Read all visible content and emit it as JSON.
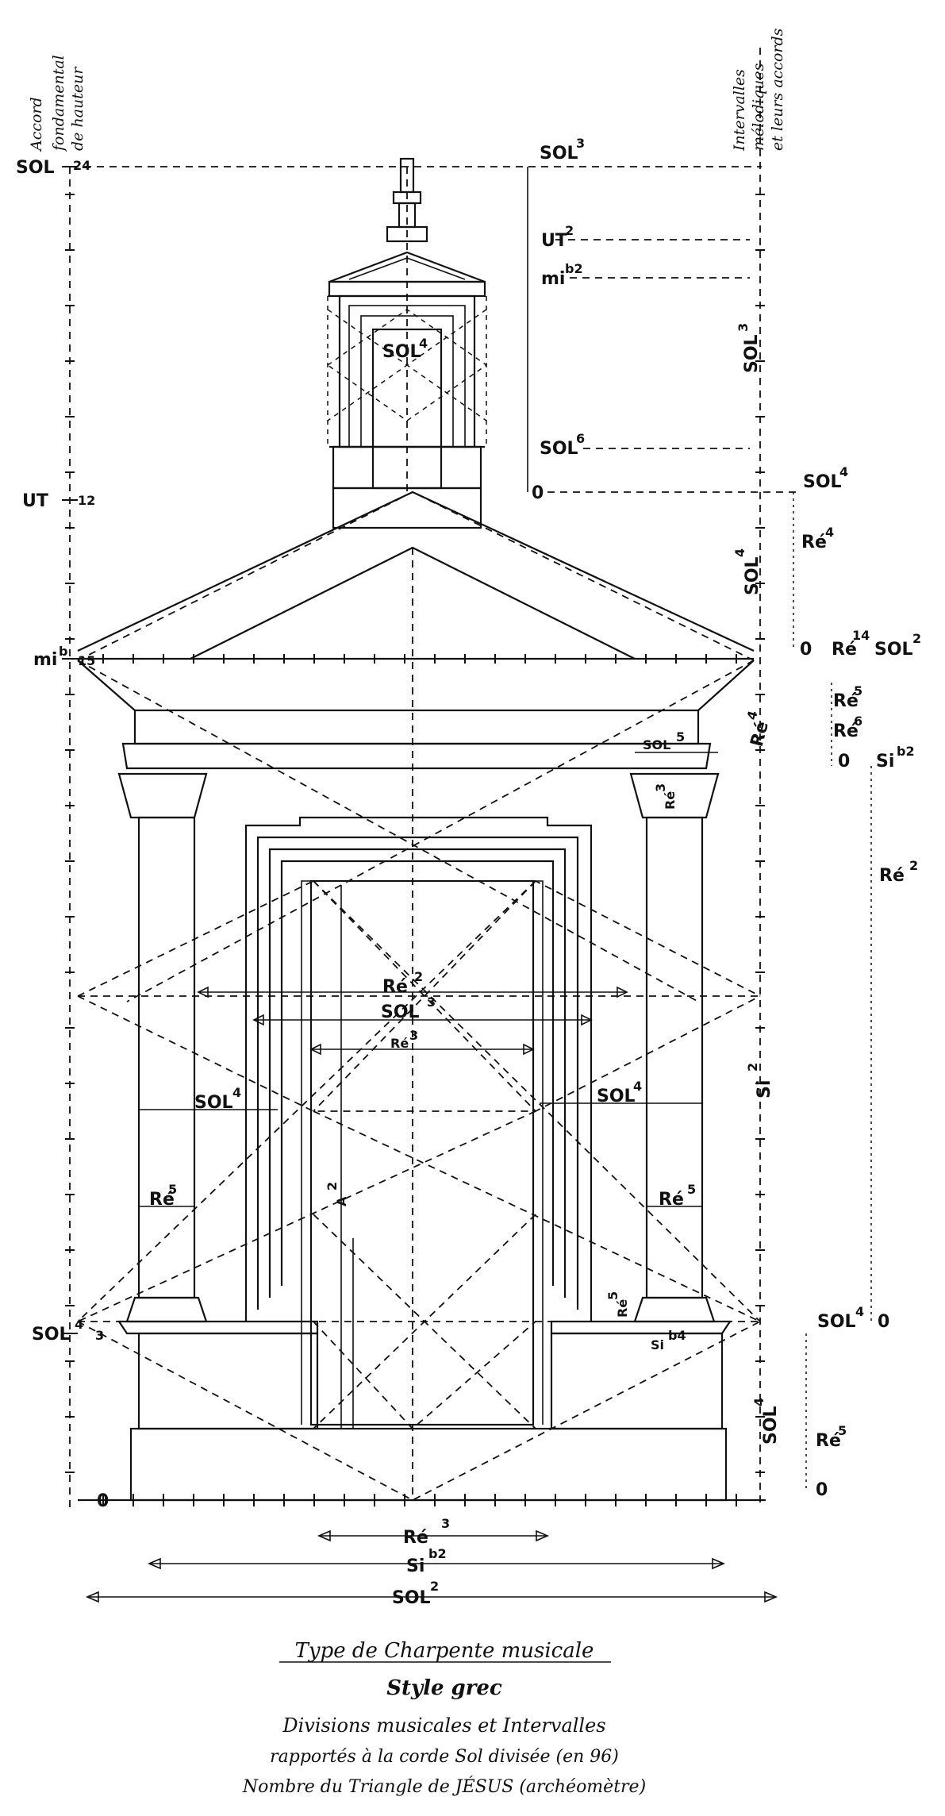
{
  "headers": {
    "left": [
      "Accord",
      "fondamental",
      "de hauteur"
    ],
    "right": [
      "Intervalles",
      "mélodiques",
      "et leurs accords"
    ]
  },
  "left_scale": {
    "sol_label": "SOL",
    "sol_num": "24",
    "ut_label": "UT",
    "ut_num": "12",
    "mi_label": "mi",
    "mi_sup": "b",
    "mi_num": "15",
    "sol4_label": "SOL",
    "sol4_sup": "4",
    "sol4_num": "3",
    "zero": "0"
  },
  "right_top_scale": {
    "sol3": "SOL",
    "sol3_sup": "3",
    "ut2": "UT",
    "ut2_sup": "2",
    "mi": "mi",
    "mi_sup": "b2",
    "sol3_side": "SOL",
    "sol3_side_sup": "3",
    "sol6": "SOL",
    "sol6_sup": "6",
    "zero": "0",
    "sol4": "SOL",
    "sol4_sup": "4"
  },
  "right_mid_scale": {
    "re4": "Ré",
    "re4_sup": "4",
    "sol4_v": "SOL",
    "sol4_v_sup": "4",
    "zero": "0",
    "re14": "Ré",
    "re14_sup": "14",
    "sol2": "SOL",
    "sol2_sup": "2",
    "re5": "Ré",
    "re5_sup": "5",
    "re6": "Ré",
    "re6_sup": "6",
    "re4b": "Ré",
    "re4b_sup": "4",
    "zero2": "0",
    "sib2": "Si",
    "sib2_sup": "b2",
    "re2": "Ré",
    "re2_sup": "2",
    "si2": "Si",
    "si2_sup": "2",
    "zero3": "0",
    "sol4b": "SOL",
    "sol4b_sup": "4",
    "sol4c": "SOL",
    "sol4c_sup": "4",
    "re5b": "Ré",
    "re5b_sup": "5",
    "zero4": "0"
  },
  "inner_labels": {
    "sol4_spire": "SOL",
    "sol4_spire_sup": "4",
    "sol5_cap": "SOL",
    "sol5_cap_sup": "5",
    "re3_cap": "Ré",
    "re3_cap_sup": "3",
    "re2_center": "Ré",
    "re2_center_sup": "2",
    "sol3_center": "SOL",
    "sol3_center_sup": "3",
    "re3_center": "Ré",
    "re3_center_sup": "3",
    "sol4_left": "SOL",
    "sol4_left_sup": "4",
    "sol4_right": "SOL",
    "sol4_right_sup": "4",
    "re5_left": "Ré",
    "re5_left_sup": "5",
    "re5_right": "Ré",
    "re5_right_sup": "5",
    "re_small": "Ré",
    "re_small_sup": "5",
    "sib4": "Si",
    "sib4_sup": "b4",
    "la2": "A",
    "la2_sup": "2"
  },
  "bottom_dims": {
    "re3": "Ré",
    "re3_sup": "3",
    "sib2": "Si",
    "sib2_sup": "b2",
    "sol2": "SOL",
    "sol2_sup": "2"
  },
  "caption": {
    "line1": "Type de Charpente musicale",
    "line2": "Style grec",
    "line3": "Divisions musicales et Intervalles",
    "line4": "rapportés à la corde Sol divisée (en 96)",
    "line5": "Nombre du Triangle de JÉSUS (archéomètre)"
  }
}
